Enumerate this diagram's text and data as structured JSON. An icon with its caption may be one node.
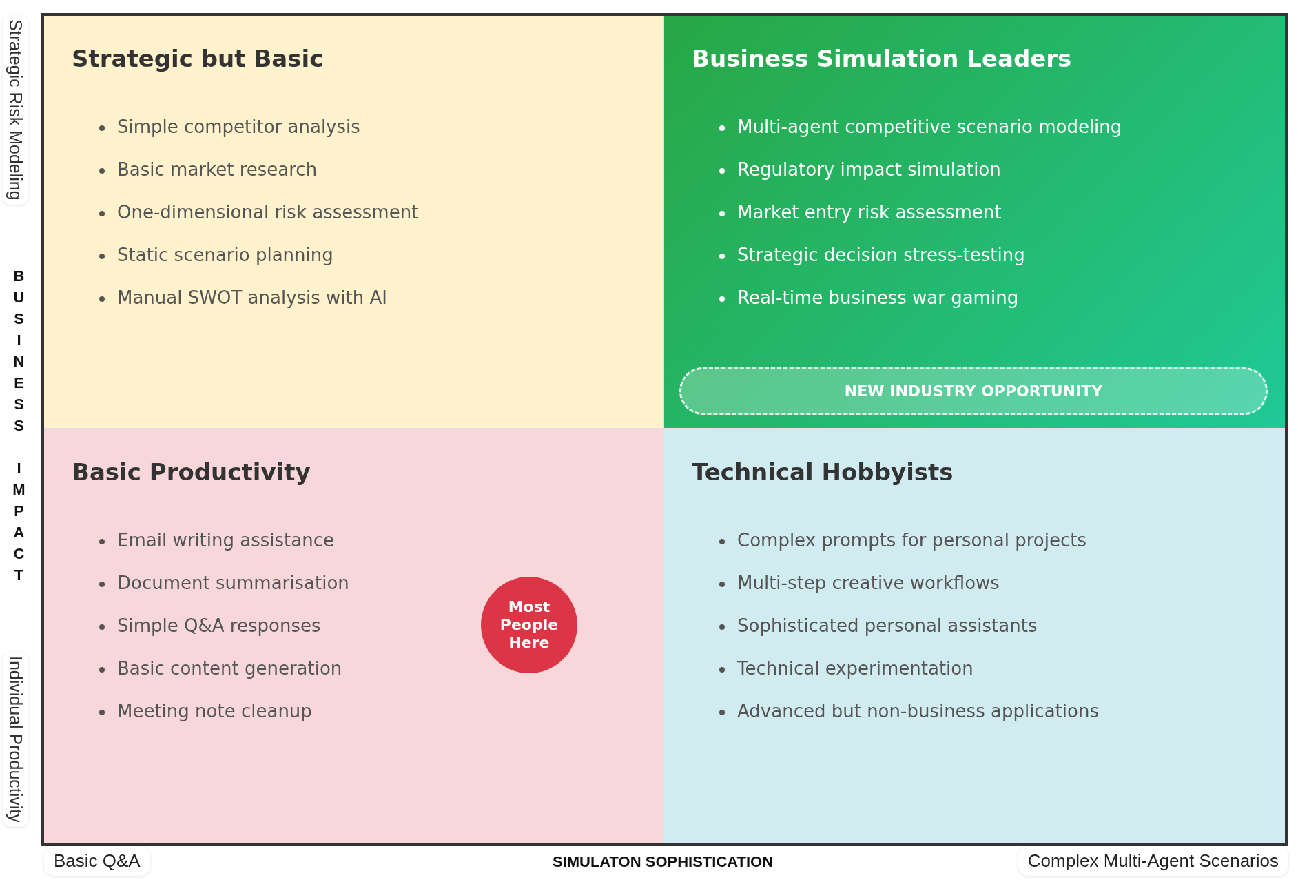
{
  "diagram": {
    "nodes": [
      {
        "text": [
          "Strategic but Basic",
          "Simple competitor analysis",
          "Basic market research",
          "One-dimensional risk assessment",
          "Static scenario planning",
          "Manual SWOT analysis with AI"
        ]
      },
      {
        "text": [
          "Business Simulation Leaders",
          "Multi-agent competitive scenario modeling",
          "Regulatory impact simulation",
          "Market entry risk assessment",
          "Strategic decision stress-testing",
          "Real-time business war gaming"
        ]
      },
      {
        "text": [
          "NEW INDUSTRY OPPORTUNITY"
        ],
        "in": 1
      },
      {
        "text": [
          "Basic Productivity",
          "Email writing assistance",
          "Document summarisation",
          "Simple Q&A responses",
          "Basic content generation",
          "Meeting note cleanup"
        ]
      },
      {
        "text": [
          "Most People Here"
        ],
        "in": 3
      },
      {
        "text": [
          "Technical Hobbyists",
          "Complex prompts for personal projects",
          "Multi-step creative workflows",
          "Sophisticated personal assistants",
          "Technical experimentation",
          "Advanced but non-business applications"
        ]
      }
    ],
    "labels": [
      "Strategic Risk Modeling",
      "BUSINESS IMPACT",
      "Individual Productivity",
      "Basic Q&A",
      "SIMULATON SOPHISTICATION",
      "Complex Multi-Agent Scenarios"
    ]
  }
}
